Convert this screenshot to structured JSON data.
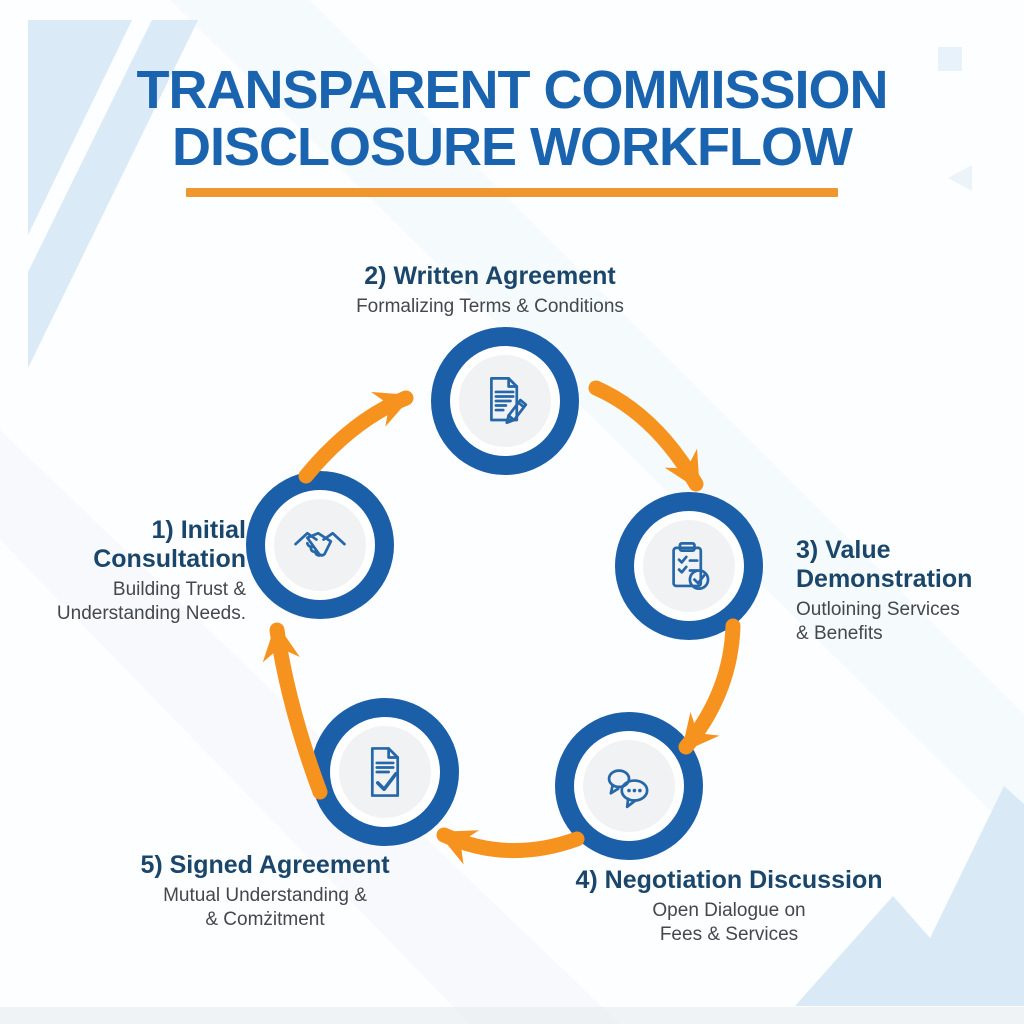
{
  "title": {
    "line1": "TRANSPARENT COMMISSION",
    "line2": "DISCLOSURE WORKFLOW"
  },
  "steps": [
    {
      "heading": "1) Initial\nConsultation",
      "subtext": "Building Trust &\nUnderstanding Needs.",
      "icon": "handshake-icon"
    },
    {
      "heading": "2) Written Agreement",
      "subtext": "Formalizing Terms & Conditions",
      "icon": "document-pencil-icon"
    },
    {
      "heading": "3) Value\nDemonstration",
      "subtext": "Outloining Services\n& Benefits",
      "icon": "clipboard-check-icon"
    },
    {
      "heading": "4) Negotiation Discussion",
      "subtext": "Open Dialogue on\nFees & Services",
      "icon": "chat-bubbles-icon"
    },
    {
      "heading": "5) Signed Agreement",
      "subtext": "Mutual Understanding &\n& Comżitment",
      "icon": "signed-document-icon"
    }
  ],
  "colors": {
    "title_blue": "#1A63AE",
    "heading_navy": "#1A466B",
    "subtext_gray": "#43484D",
    "circle_ring_blue": "#1B5FA8",
    "circle_inner_gray": "#F1F2F4",
    "icon_blue": "#2667A8",
    "arrow_orange": "#F6921E",
    "underline_orange": "#F0962F",
    "corner_triangle_blue": "#DAEAF6"
  }
}
